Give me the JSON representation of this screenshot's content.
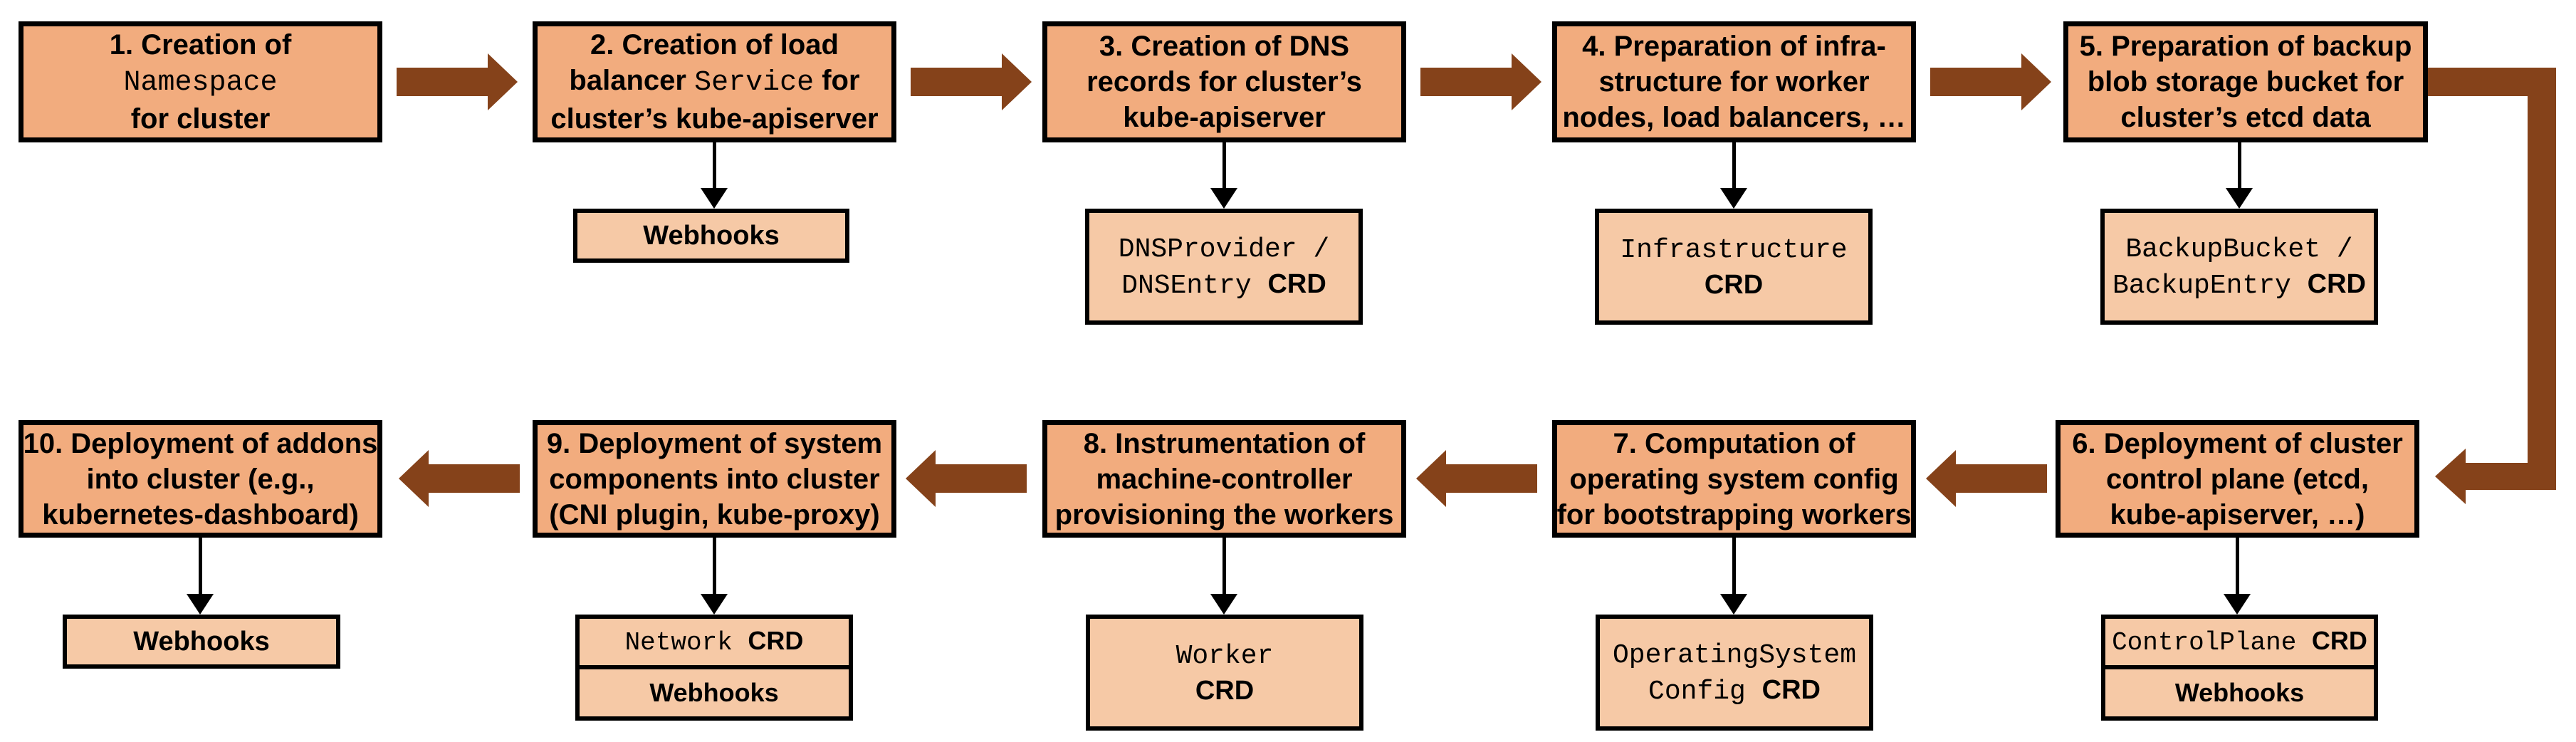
{
  "diagram_type": "flowchart",
  "colors": {
    "main_box_fill": "#F2AC7E",
    "sub_box_fill": "#F6C9A6",
    "arrow": "#85421A",
    "border": "#000000",
    "connector": "#000000"
  },
  "steps": [
    {
      "id": "1",
      "title": [
        {
          "t": "1. Creation of"
        },
        {
          "br": true
        },
        {
          "t": "Namespace",
          "s": "mono"
        },
        {
          "br": true
        },
        {
          "t": "for cluster"
        }
      ],
      "subs": []
    },
    {
      "id": "2",
      "title": [
        {
          "t": "2. Creation of load"
        },
        {
          "br": true
        },
        {
          "t": "balancer "
        },
        {
          "t": "Service",
          "s": "mono"
        },
        {
          "t": " for"
        },
        {
          "br": true
        },
        {
          "t": "cluster’s kube-apiserver"
        }
      ],
      "subs": [
        [
          {
            "t": "Webhooks"
          }
        ]
      ]
    },
    {
      "id": "3",
      "title": [
        {
          "t": "3. Creation of DNS"
        },
        {
          "br": true
        },
        {
          "t": "records for cluster’s"
        },
        {
          "br": true
        },
        {
          "t": "kube-apiserver"
        }
      ],
      "subs": [
        [
          {
            "t": "DNSProvider /",
            "s": "mono"
          },
          {
            "br": true
          },
          {
            "t": "DNSEntry ",
            "s": "mono"
          },
          {
            "t": "CRD",
            "s": "crd"
          }
        ]
      ]
    },
    {
      "id": "4",
      "title": [
        {
          "t": "4. Preparation of infra-"
        },
        {
          "br": true
        },
        {
          "t": "structure for worker"
        },
        {
          "br": true
        },
        {
          "t": "nodes, load balancers, …"
        }
      ],
      "subs": [
        [
          {
            "t": "Infrastructure",
            "s": "mono"
          },
          {
            "br": true
          },
          {
            "t": "CRD",
            "s": "crd"
          }
        ]
      ]
    },
    {
      "id": "5",
      "title": [
        {
          "t": "5. Preparation of backup"
        },
        {
          "br": true
        },
        {
          "t": "blob storage bucket for"
        },
        {
          "br": true
        },
        {
          "t": "cluster’s etcd data"
        }
      ],
      "subs": [
        [
          {
            "t": "BackupBucket /",
            "s": "mono"
          },
          {
            "br": true
          },
          {
            "t": "BackupEntry ",
            "s": "mono"
          },
          {
            "t": "CRD",
            "s": "crd"
          }
        ]
      ]
    },
    {
      "id": "6",
      "title": [
        {
          "t": "6. Deployment of cluster"
        },
        {
          "br": true
        },
        {
          "t": "control plane (etcd,"
        },
        {
          "br": true
        },
        {
          "t": "kube-apiserver, …)"
        }
      ],
      "subs": [
        [
          {
            "t": "ControlPlane ",
            "s": "mono"
          },
          {
            "t": "CRD",
            "s": "crd"
          }
        ],
        [
          {
            "t": "Webhooks"
          }
        ]
      ]
    },
    {
      "id": "7",
      "title": [
        {
          "t": "7. Computation of"
        },
        {
          "br": true
        },
        {
          "t": "operating system config"
        },
        {
          "br": true
        },
        {
          "t": "for bootstrapping workers"
        }
      ],
      "subs": [
        [
          {
            "t": "OperatingSystem",
            "s": "mono"
          },
          {
            "br": true
          },
          {
            "t": "Config ",
            "s": "mono"
          },
          {
            "t": "CRD",
            "s": "crd"
          }
        ]
      ]
    },
    {
      "id": "8",
      "title": [
        {
          "t": "8. Instrumentation of"
        },
        {
          "br": true
        },
        {
          "t": "machine-controller"
        },
        {
          "br": true
        },
        {
          "t": "provisioning the workers"
        }
      ],
      "subs": [
        [
          {
            "t": "Worker",
            "s": "mono"
          },
          {
            "br": true
          },
          {
            "t": "CRD",
            "s": "crd"
          }
        ]
      ]
    },
    {
      "id": "9",
      "title": [
        {
          "t": "9. Deployment of system"
        },
        {
          "br": true
        },
        {
          "t": "components into cluster"
        },
        {
          "br": true
        },
        {
          "t": "(CNI plugin, kube-proxy)"
        }
      ],
      "subs": [
        [
          {
            "t": "Network ",
            "s": "mono"
          },
          {
            "t": "CRD",
            "s": "crd"
          }
        ],
        [
          {
            "t": "Webhooks"
          }
        ]
      ]
    },
    {
      "id": "10",
      "title": [
        {
          "t": "10. Deployment of addons"
        },
        {
          "br": true
        },
        {
          "t": "into cluster (e.g.,"
        },
        {
          "br": true
        },
        {
          "t": "kubernetes-dashboard)"
        }
      ],
      "subs": [
        [
          {
            "t": "Webhooks"
          }
        ]
      ]
    }
  ]
}
